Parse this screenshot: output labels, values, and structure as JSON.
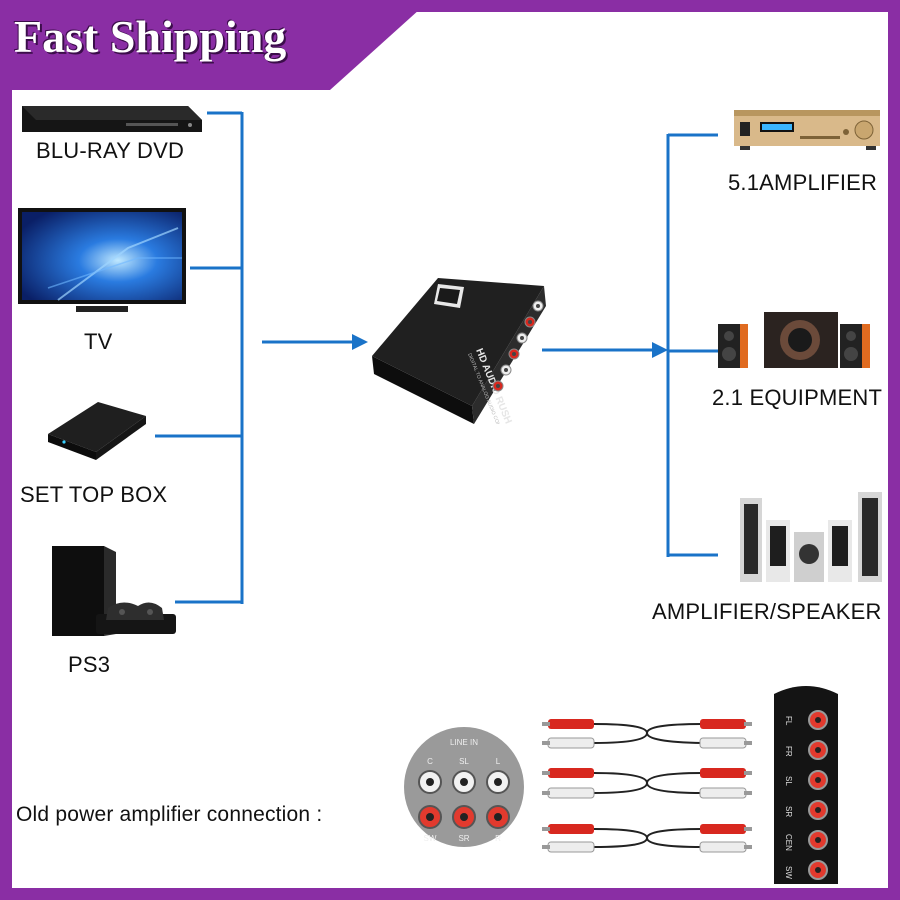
{
  "banner": {
    "text": "Fast Shipping"
  },
  "colors": {
    "banner": "#8a2ea4",
    "line": "#1a73c8",
    "device_dark": "#1c1c1c"
  },
  "inputs": [
    {
      "label": "BLU-RAY DVD",
      "icon": "bluray-player-icon"
    },
    {
      "label": "TV",
      "icon": "tv-icon"
    },
    {
      "label": "SET TOP BOX",
      "icon": "set-top-box-icon"
    },
    {
      "label": "PS3",
      "icon": "ps3-console-icon"
    }
  ],
  "converter": {
    "name": "HD AUDIO RUSH",
    "subtitle": "DIGITAL TO ANALOG AUDIO CONVERTER",
    "icon": "audio-decoder-icon"
  },
  "outputs": [
    {
      "label": "5.1AMPLIFIER",
      "icon": "av-receiver-icon"
    },
    {
      "label": "2.1 EQUIPMENT",
      "icon": "subwoofer-speakers-icon"
    },
    {
      "label": "AMPLIFIER/SPEAKER",
      "icon": "tower-speakers-icon"
    }
  ],
  "legacy": {
    "caption": "Old power amplifier connection :",
    "panel_title": "LINE IN",
    "panel_labels": [
      "C",
      "SL",
      "L",
      "SW",
      "SR",
      "R"
    ],
    "output_labels": [
      "FL",
      "FR",
      "SL",
      "SR",
      "CEN",
      "SW"
    ],
    "cable_icon": "rca-cable-icon"
  }
}
